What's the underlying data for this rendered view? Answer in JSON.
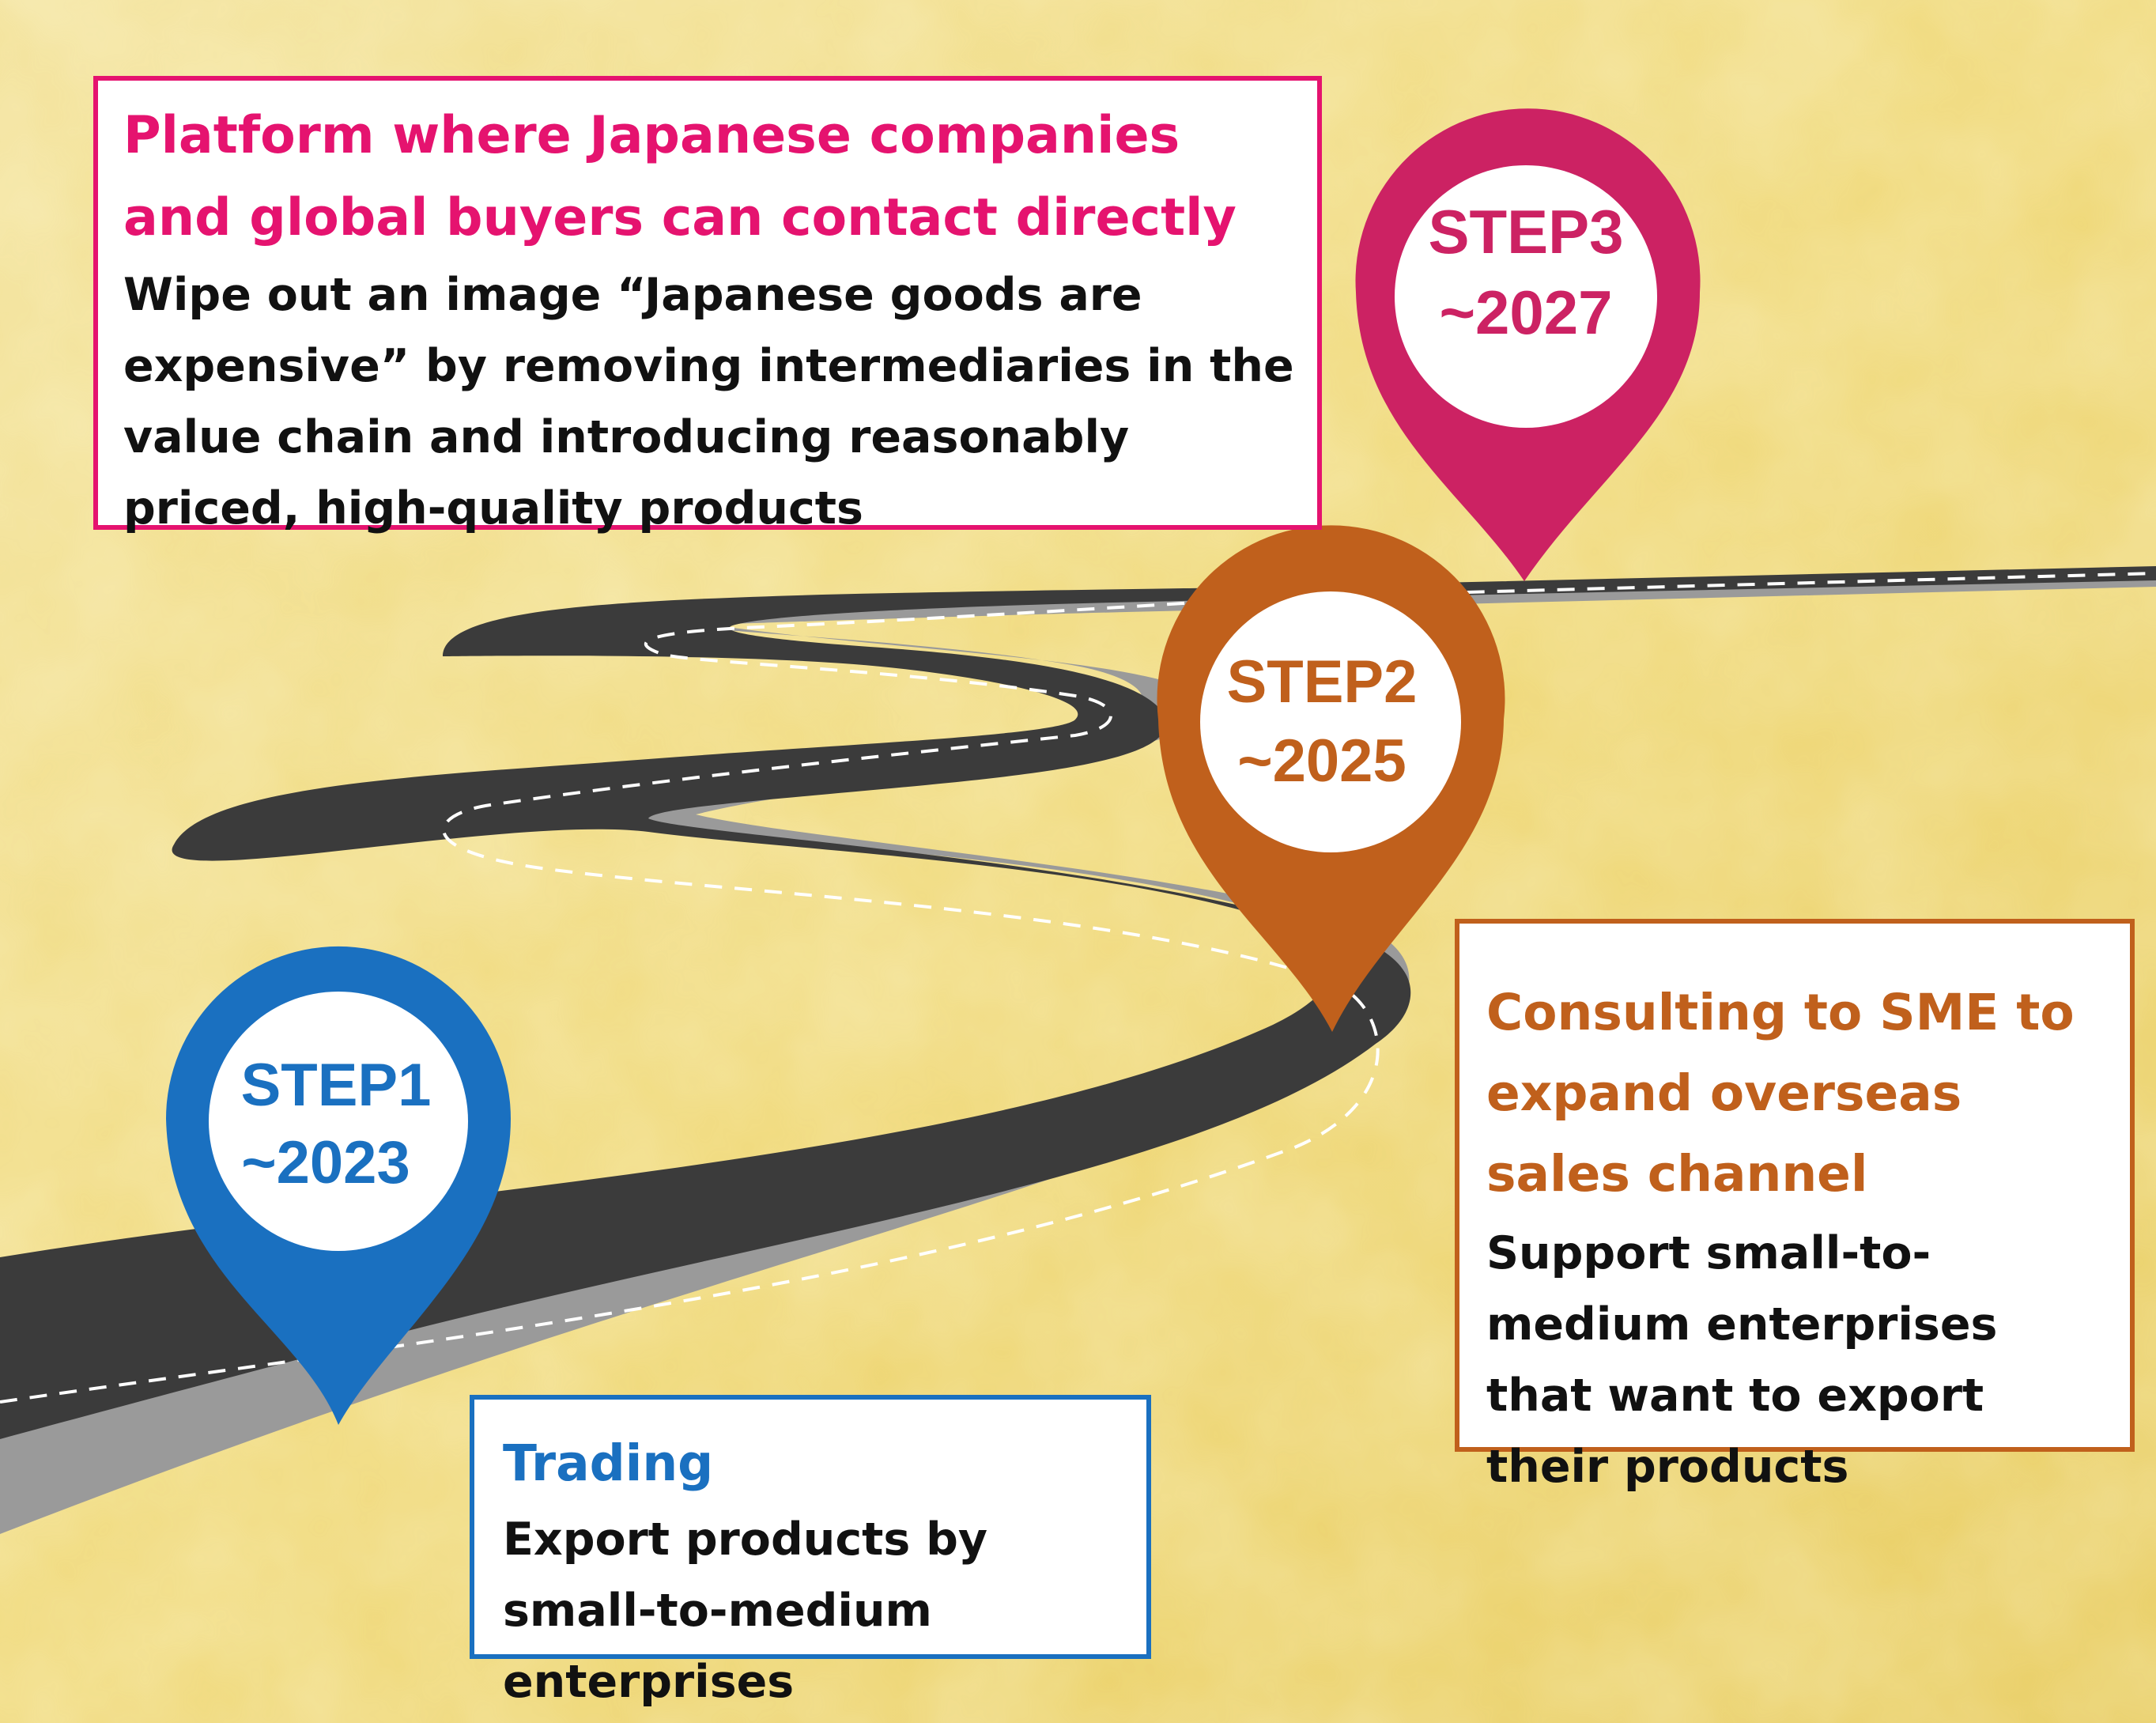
{
  "colors": {
    "background": "#f2dc86",
    "road": "#3b3b3b",
    "road_edge": "#9a9a9a",
    "lane_marking": "#ffffff",
    "step1": "#1a70c0",
    "step2": "#c0601c",
    "step3": "#cc2263",
    "step3_title": "#e5136f",
    "body_text": "#111111"
  },
  "steps": [
    {
      "label": "STEP1",
      "period": "~2023",
      "title": "Trading",
      "body": "Export products by small-to-medium enterprises"
    },
    {
      "label": "STEP2",
      "period": "~2025",
      "title": "Consulting to SME to expand overseas sales channel",
      "body": "Support small-to-medium enterprises that want to export their products"
    },
    {
      "label": "STEP3",
      "period": "~2027",
      "title": "Platform where Japanese companies and global  buyers can contact directly",
      "body": "Wipe out an image “Japanese goods are expensive” by removing intermediaries in the value chain and introducing reasonably priced, high-quality products"
    }
  ]
}
